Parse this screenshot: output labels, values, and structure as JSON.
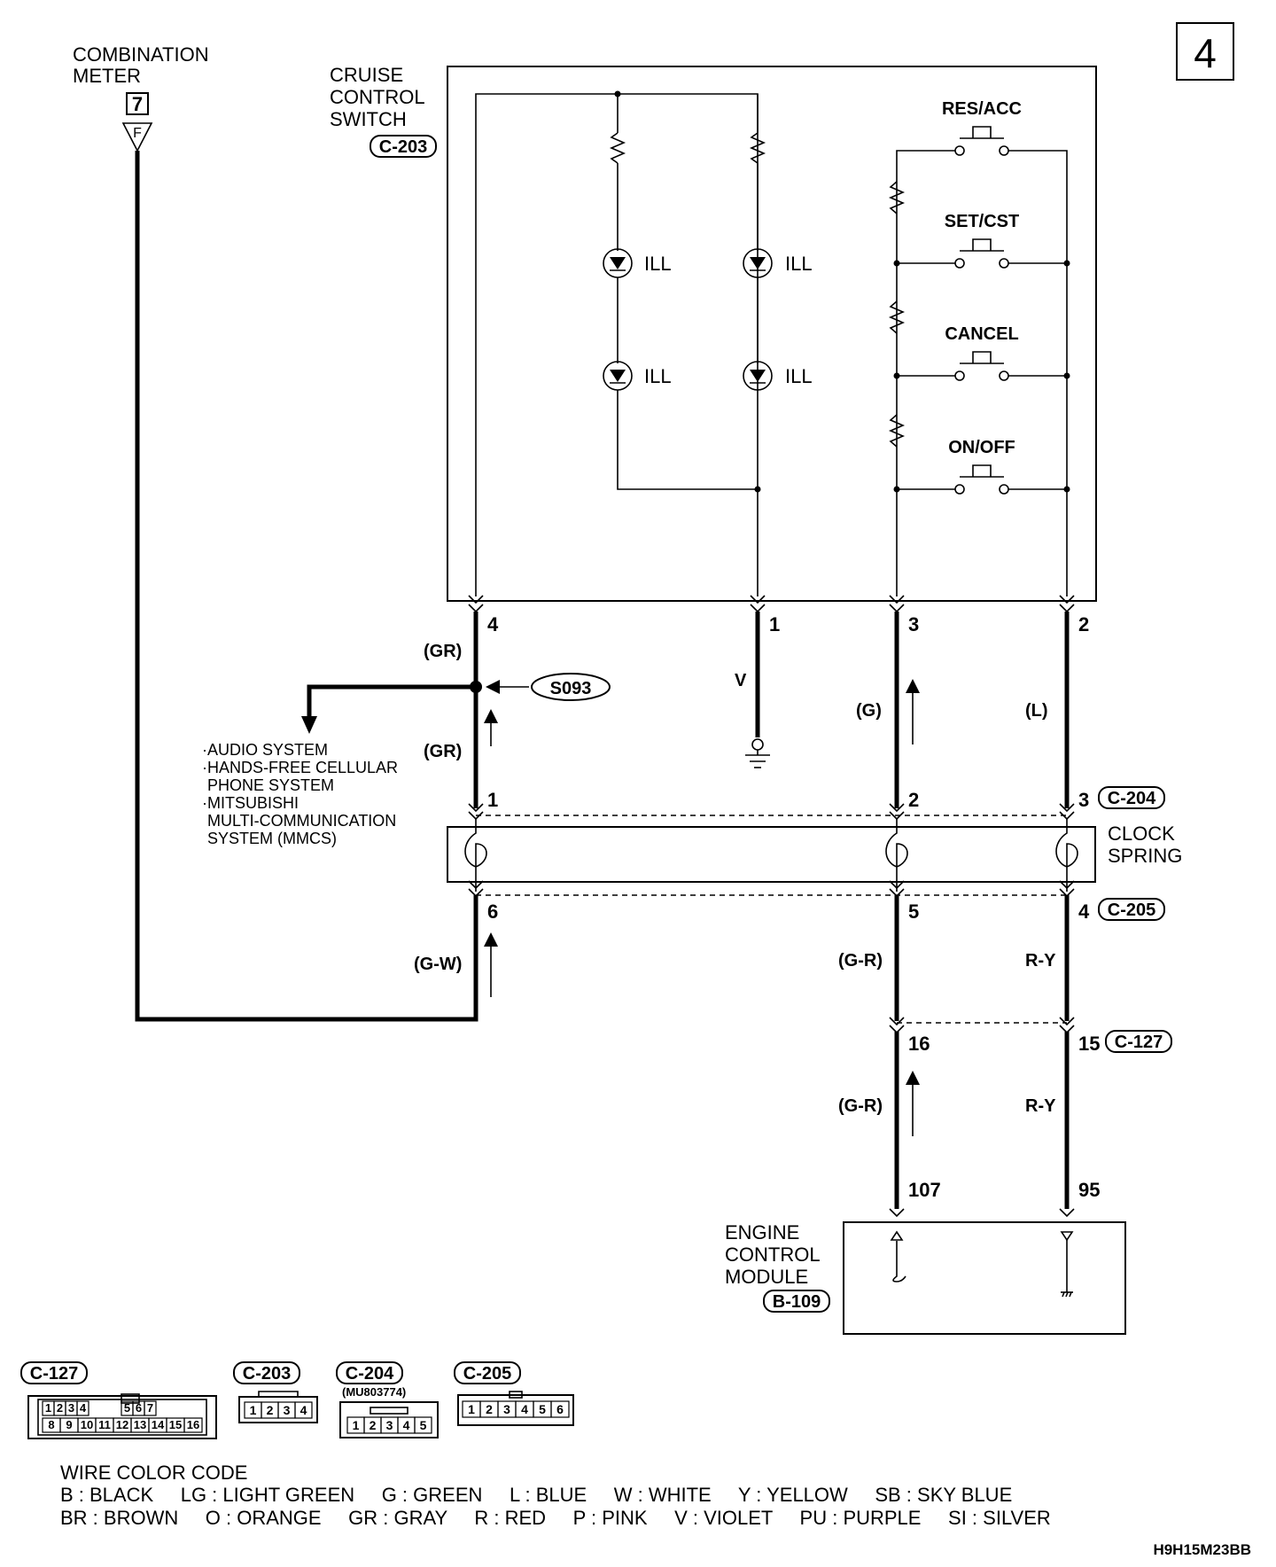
{
  "page_number": "4",
  "combination_meter": {
    "title_line1": "COMBINATION",
    "title_line2": "METER",
    "pin": "7",
    "terminal_letter": "F"
  },
  "cruise_switch": {
    "title_line1": "CRUISE",
    "title_line2": "CONTROL",
    "title_line3": "SWITCH",
    "connector": "C-203",
    "led_labels": [
      "ILL",
      "ILL",
      "ILL",
      "ILL"
    ],
    "buttons": [
      "RES/ACC",
      "SET/CST",
      "CANCEL",
      "ON/OFF"
    ],
    "pins": [
      "4",
      "1",
      "3",
      "2"
    ]
  },
  "wires": {
    "gr_upper": "(GR)",
    "gr_lower": "(GR)",
    "violet": "V",
    "green": "(G)",
    "blue": "(L)",
    "gw": "(G-W)",
    "gr_red_upper": "(G-R)",
    "ry_upper": "R-Y",
    "gr_red_lower": "(G-R)",
    "ry_lower": "R-Y"
  },
  "splice": "S093",
  "branch_systems": [
    "·AUDIO SYSTEM",
    "·HANDS-FREE CELLULAR",
    "PHONE SYSTEM",
    "·MITSUBISHI",
    "MULTI-COMMUNICATION",
    "SYSTEM (MMCS)"
  ],
  "clock_spring": {
    "title_line1": "CLOCK",
    "title_line2": "SPRING",
    "upper_connector": "C-204",
    "upper_pins": [
      "1",
      "2",
      "3"
    ],
    "lower_connector": "C-205",
    "lower_pins": [
      "6",
      "5",
      "4"
    ]
  },
  "c127": {
    "connector": "C-127",
    "pins": [
      "16",
      "15"
    ]
  },
  "ecm": {
    "title_line1": "ENGINE",
    "title_line2": "CONTROL",
    "title_line3": "MODULE",
    "connector": "B-109",
    "pins": [
      "107",
      "95"
    ]
  },
  "connector_faces": {
    "c127": {
      "label": "C-127",
      "row1": [
        "1",
        "2",
        "3",
        "4",
        "5",
        "6",
        "7"
      ],
      "row2": [
        "8",
        "9",
        "10",
        "11",
        "12",
        "13",
        "14",
        "15",
        "16"
      ]
    },
    "c203": {
      "label": "C-203",
      "pins": [
        "1",
        "2",
        "3",
        "4"
      ]
    },
    "c204": {
      "label": "C-204",
      "part_no": "(MU803774)",
      "pins": [
        "1",
        "2",
        "3",
        "4",
        "5"
      ]
    },
    "c205": {
      "label": "C-205",
      "pins": [
        "1",
        "2",
        "3",
        "4",
        "5",
        "6"
      ]
    }
  },
  "color_code": {
    "title": "WIRE COLOR CODE",
    "line1": "B : BLACK     LG : LIGHT GREEN     G : GREEN     L : BLUE     W : WHITE     Y : YELLOW     SB : SKY BLUE",
    "line2": "BR : BROWN     O : ORANGE     GR : GRAY     R : RED     P : PINK     V : VIOLET     PU : PURPLE     SI : SILVER"
  },
  "figure_code": "H9H15M23BB"
}
